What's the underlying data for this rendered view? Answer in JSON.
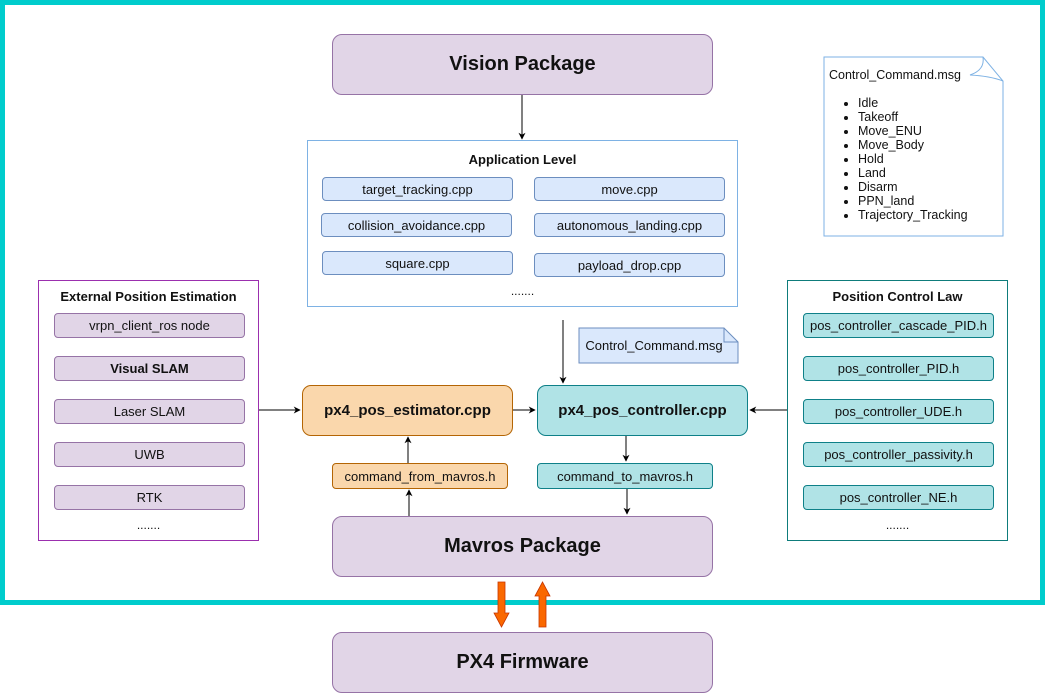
{
  "frame": {
    "border_color": "#00cccc"
  },
  "vision_package": {
    "label": "Vision Package"
  },
  "mavros_package": {
    "label": "Mavros Package"
  },
  "px4_firmware": {
    "label": "PX4 Firmware"
  },
  "application_level": {
    "title": "Application Level",
    "items": [
      "target_tracking.cpp",
      "move.cpp",
      "collision_avoidance.cpp",
      "autonomous_landing.cpp",
      "square.cpp",
      "payload_drop.cpp"
    ],
    "more": "......."
  },
  "external_position_estimation": {
    "title": "External Position Estimation",
    "items": [
      "vrpn_client_ros node",
      "Visual SLAM",
      "Laser SLAM",
      "UWB",
      "RTK"
    ],
    "more": "......."
  },
  "position_control_law": {
    "title": "Position Control Law",
    "items": [
      "pos_controller_cascade_PID.h",
      "pos_controller_PID.h",
      "pos_controller_UDE.h",
      "pos_controller_passivity.h",
      "pos_controller_NE.h"
    ],
    "more": "......."
  },
  "estimator": {
    "label": "px4_pos_estimator.cpp",
    "sub_label": "command_from_mavros.h"
  },
  "controller": {
    "label": "px4_pos_controller.cpp",
    "sub_label": "command_to_mavros.h"
  },
  "control_command_note": {
    "label": "Control_Command.msg"
  },
  "control_command_msg_doc": {
    "title": "Control_Command.msg",
    "items": [
      "Idle",
      "Takeoff",
      "Move_ENU",
      "Move_Body",
      "Hold",
      "Land",
      "Disarm",
      "PPN_land",
      "Trajectory_Tracking"
    ]
  },
  "colors": {
    "package_fill": "#e1d5e7",
    "app_item_fill": "#dae8fc",
    "estimator_fill": "#fad7ac",
    "controller_fill": "#b0e3e6",
    "firmware_arrow": "#fa6800"
  }
}
